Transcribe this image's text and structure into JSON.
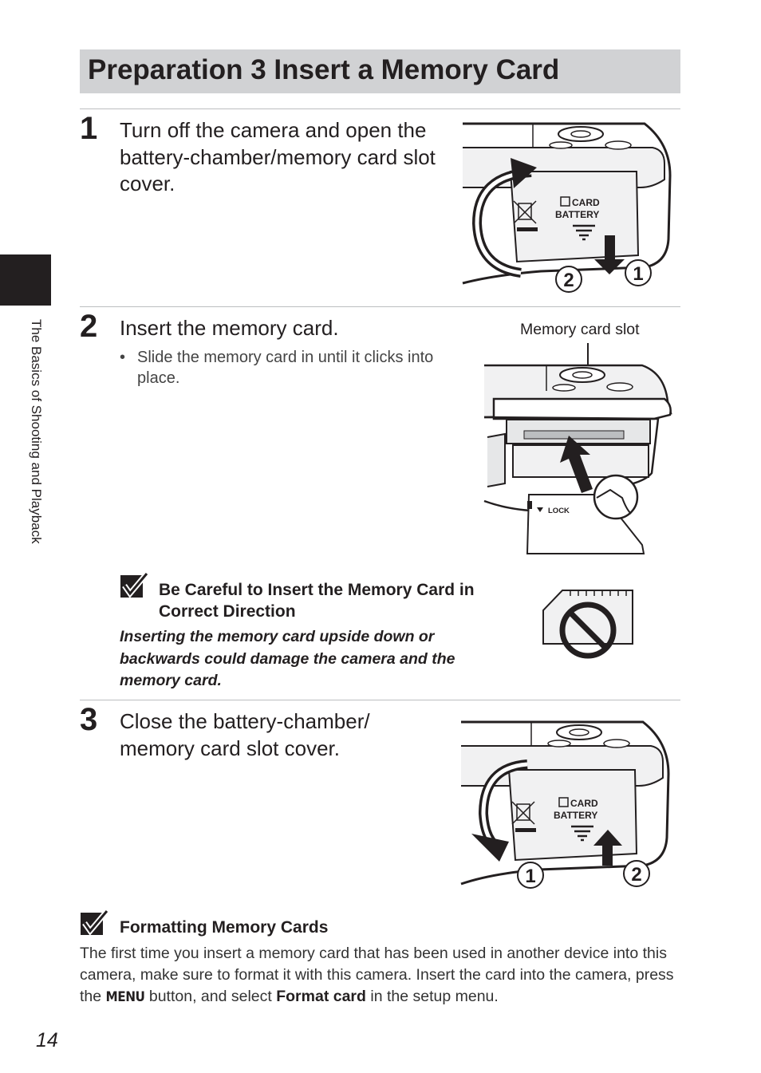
{
  "header": {
    "title": "Preparation 3 Insert a Memory Card"
  },
  "side_tab": {
    "label": "The Basics of Shooting and Playback"
  },
  "steps": [
    {
      "number": "1",
      "text": "Turn off the camera and open the battery-chamber/memory card slot cover."
    },
    {
      "number": "2",
      "text": "Insert the memory card.",
      "bullets": [
        "Slide the memory card in until it clicks into place."
      ]
    },
    {
      "number": "3",
      "text": "Close the battery-chamber/ memory card slot cover."
    }
  ],
  "figure1": {
    "cover_line1": "CARD",
    "cover_line2": "BATTERY",
    "marker_a": "1",
    "marker_b": "2"
  },
  "figure2": {
    "callout": "Memory card slot",
    "card_label": "LOCK"
  },
  "figure3": {
    "cover_line1": "CARD",
    "cover_line2": "BATTERY",
    "marker_a": "1",
    "marker_b": "2"
  },
  "caution": {
    "heading": "Be Careful to Insert the Memory Card in Correct Direction",
    "body": "Inserting the memory card upside down or backwards could damage the camera and the memory card."
  },
  "formatting": {
    "heading": "Formatting Memory Cards",
    "text_before": "The first time you insert a memory card that has been used in another device into this camera, make sure to format it with this camera. Insert the card into the camera, press the",
    "menu_button": "MENU",
    "text_middle": "button, and select",
    "format_option": "Format card",
    "text_after": "in the setup menu."
  },
  "page_number": "14"
}
